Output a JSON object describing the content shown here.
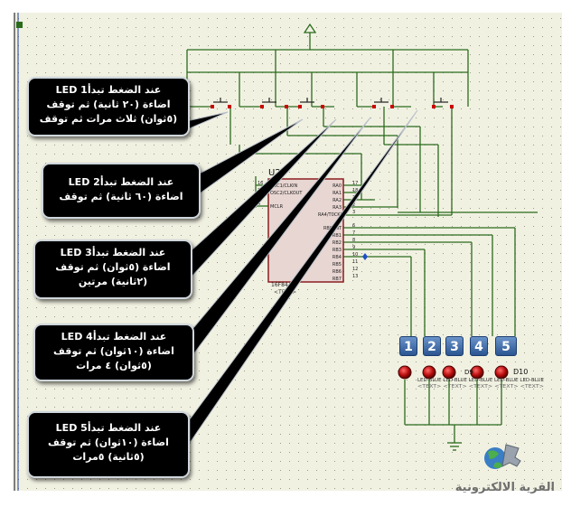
{
  "chip": {
    "ref": "U2",
    "part": "16F84A",
    "tag": "<TEXT>",
    "left_pins": [
      "16",
      "15",
      "4"
    ],
    "left_labels": [
      "OSC1/CLKIN",
      "OSC2/CLKOUT",
      "MCLR"
    ],
    "right_pins": [
      "17",
      "18",
      "1",
      "2",
      "3",
      "6",
      "7",
      "8",
      "9",
      "10",
      "11",
      "12",
      "13"
    ],
    "right_labels": [
      "RA0",
      "RA1",
      "RA2",
      "RA3",
      "RA4/T0CKI",
      "RB0/INT",
      "RB1",
      "RB2",
      "RB3",
      "RB4",
      "RB5",
      "RB6",
      "RB7"
    ]
  },
  "led_buttons": [
    "1",
    "2",
    "3",
    "4",
    "5"
  ],
  "led_labels": {
    "d10": "D10",
    "d9": "D9",
    "rest": "LED-BLUE LED-BLUE LED-BLUE LED-BLUE LED-BLUE",
    "text_tag": "<TEXT> <TEXT> <TEXT> <TEXT> <TEXT>"
  },
  "callouts": [
    {
      "line1": "عند الضغط تبدأ1 LED",
      "line2": "اضاءة (٢٠ ثانية) ثم توقف",
      "line3": "(٥ثوان) ثلاث مرات ثم توقف"
    },
    {
      "line1": "عند الضغط تبدأ2 LED",
      "line2": "اضاءة (٦٠ ثانية) ثم توقف"
    },
    {
      "line1": "عند الضغط تبدأ3 LED",
      "line2": "اضاءة (٥ثوان) ثم توقف",
      "line3": "(٢ثانية) مرتين"
    },
    {
      "line1": "عند الضغط تبدأ4 LED",
      "line2": "اضاءة (١٠ثوان) ثم توقف",
      "line3": "(٥ثوان) ٤ مرات"
    },
    {
      "line1": "عند الضغط تبدأ5 LED",
      "line2": "اضاءة (١٠ثوان) ثم توقف",
      "line3": "(٥ثانية) ٥مرات"
    }
  ],
  "logo": {
    "text": "القرية الالكترونية"
  },
  "colors": {
    "wire": "#2a6b1c",
    "chip_fill": "#e8d6d2",
    "chip_border": "#8a1f1f",
    "grid_bg": "#f1f1e2",
    "led_red": "#b80c0c",
    "button_blue": "#3b6bb0"
  }
}
